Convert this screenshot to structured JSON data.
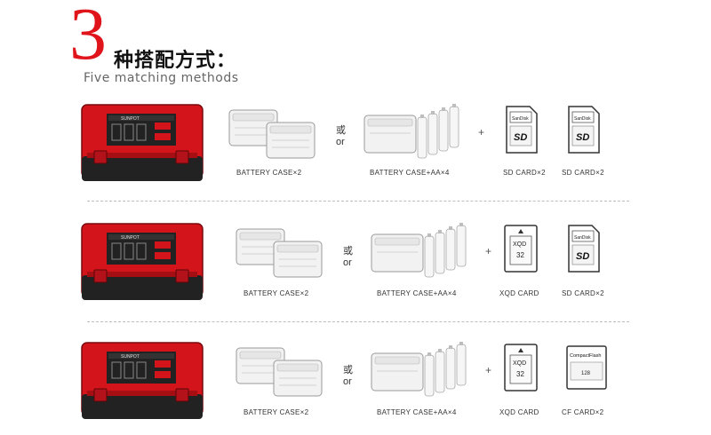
{
  "header": {
    "number": "3",
    "title_cn": "种搭配方式：",
    "title_en": "Five matching methods"
  },
  "product": {
    "brand_label": "SUNPOT",
    "case_color": "#d3141b",
    "base_color": "#222222"
  },
  "connectors": {
    "or_cn": "或",
    "or_en": "or",
    "plus": "+"
  },
  "card_text": {
    "sd_brand": "SanDisk",
    "sd_logo": "SD",
    "xqd_logo": "XQD",
    "xqd_size": "32",
    "cf_brand": "CompactFlash",
    "cf_size": "128"
  },
  "rows": [
    {
      "captions": {
        "battery": "BATTERY CASE×2",
        "battery_aa": "BATTERY CASE+AA×4",
        "card1": "SD CARD×2",
        "card2": "SD CARD×2"
      },
      "card1_type": "sd",
      "card2_type": "sd"
    },
    {
      "captions": {
        "battery": "BATTERY CASE×2",
        "battery_aa": "BATTERY CASE+AA×4",
        "card1": "XQD CARD",
        "card2": "SD CARD×2"
      },
      "card1_type": "xqd",
      "card2_type": "sd"
    },
    {
      "captions": {
        "battery": "BATTERY CASE×2",
        "battery_aa": "BATTERY CASE+AA×4",
        "card1": "XQD CARD",
        "card2": "CF CARD×2"
      },
      "card1_type": "xqd",
      "card2_type": "cf"
    }
  ]
}
